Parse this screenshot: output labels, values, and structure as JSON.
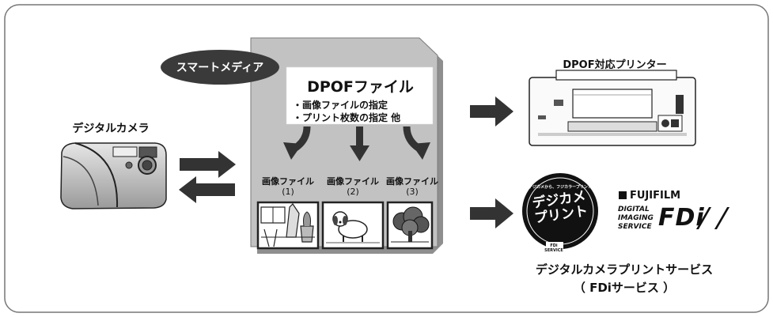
{
  "media_badge": "スマートメディア",
  "dpof_file": {
    "title": "DPOFファイル",
    "items": [
      "・画像ファイルの指定",
      "・プリント枚数の指定 他"
    ]
  },
  "camera_label": "デジタルカメラ",
  "printer_label": "DPOF対応プリンター",
  "image_files": [
    {
      "label": "画像ファイル",
      "number": "(1)"
    },
    {
      "label": "画像ファイル",
      "number": "(2)"
    },
    {
      "label": "画像ファイル",
      "number": "(3)"
    }
  ],
  "service": {
    "name": "デジタルカメラプリントサービス",
    "abbr": "（ FDiサービス ）"
  },
  "logos": {
    "fujifilm": "FUJIFILM",
    "fdi_lines": [
      "DIGITAL",
      "IMAGING",
      "SERVICE"
    ],
    "fdi": "FDi",
    "badge_top": "デジカメから、フジカラープリント",
    "badge_main": "デジカメプリント",
    "badge_bottom": "FDi SERVICE"
  },
  "colors": {
    "card": "#bdbdbd",
    "card_dark": "#8f8f8f",
    "badge": "#3a3a3a",
    "arrow": "#333333"
  }
}
